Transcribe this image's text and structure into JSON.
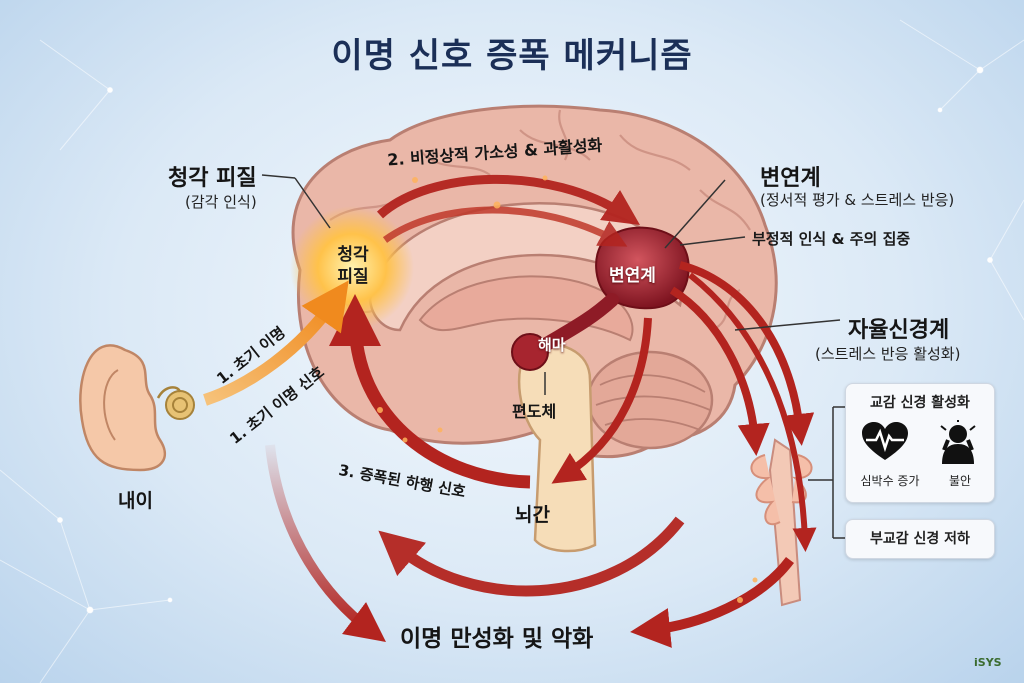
{
  "title": "이명 신호 증폭 메커니즘",
  "auditory_cortex": {
    "label": "청각 피질",
    "sub": "(감각 인식)",
    "inner": "청각\n피질"
  },
  "limbic": {
    "label": "변연계",
    "sub": "(정서적 평가 & 스트레스 반응)",
    "inner": "변연계",
    "note": "부정적 인식 & 주의 집중"
  },
  "autonomic": {
    "label": "자율신경계",
    "sub": "(스트레스 반응 활성화)"
  },
  "sympathetic": {
    "header": "교감 신경 활성화",
    "items": [
      {
        "icon": "heart-rate-icon",
        "label": "심박수 증가"
      },
      {
        "icon": "anxiety-person-icon",
        "label": "불안"
      }
    ]
  },
  "parasympathetic": {
    "label": "부교감 신경 저하"
  },
  "hippocampus": "해마",
  "amygdala": "편도체",
  "brainstem": "뇌간",
  "inner_ear": "내이",
  "steps": {
    "step1a": "1. 초기 이명",
    "step1b": "1. 초기 이명 신호",
    "step2": "2. 비정상적 가소성 & 과활성화",
    "step3": "3. 증폭된 하행 신호"
  },
  "outcome": "이명 만성화 및 악화",
  "logo": "iSYS",
  "colors": {
    "title": "#1b2f57",
    "arrow": "#b3241f",
    "brain": "#eab7a8",
    "limbic": "#9e1f2a",
    "cortex_glow": "#ffc24a"
  }
}
